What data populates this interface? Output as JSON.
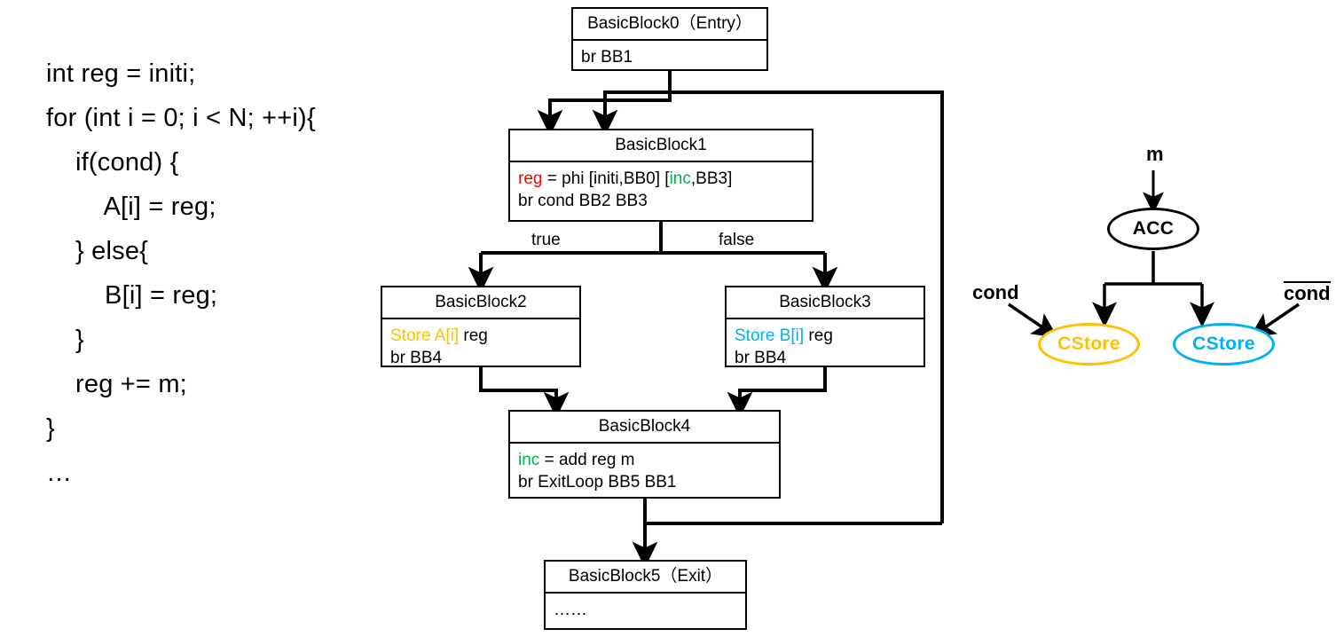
{
  "source_code": {
    "name": "c-source-snippet",
    "lines": [
      "int reg = initi;",
      "for (int i = 0; i < N; ++i){",
      "    if(cond) {",
      "        A[i] = reg;",
      "    } else{",
      "        B[i] = reg;",
      "    }",
      "    reg += m;",
      "}",
      "…"
    ]
  },
  "cfg": {
    "blocks": [
      {
        "id": "bb0",
        "title": "BasicBlock0（Entry）",
        "body": [
          [
            {
              "text": "br BB1",
              "color": "black"
            }
          ]
        ]
      },
      {
        "id": "bb1",
        "title": "BasicBlock1",
        "body": [
          [
            {
              "text": "reg",
              "color": "red"
            },
            {
              "text": " = phi [initi,BB0] [",
              "color": "black"
            },
            {
              "text": "inc",
              "color": "green"
            },
            {
              "text": ",BB3]",
              "color": "black"
            }
          ],
          [
            {
              "text": "br cond BB2 BB3",
              "color": "black"
            }
          ]
        ]
      },
      {
        "id": "bb2",
        "title": "BasicBlock2",
        "body": [
          [
            {
              "text": "Store A[i]",
              "color": "amber"
            },
            {
              "text": " reg",
              "color": "black"
            }
          ],
          [
            {
              "text": "br BB4",
              "color": "black"
            }
          ]
        ]
      },
      {
        "id": "bb3",
        "title": "BasicBlock3",
        "body": [
          [
            {
              "text": "Store B[i]",
              "color": "cyan"
            },
            {
              "text": " reg",
              "color": "black"
            }
          ],
          [
            {
              "text": "br BB4",
              "color": "black"
            }
          ]
        ]
      },
      {
        "id": "bb4",
        "title": "BasicBlock4",
        "body": [
          [
            {
              "text": "inc",
              "color": "green"
            },
            {
              "text": " = add reg m",
              "color": "black"
            }
          ],
          [
            {
              "text": "br ExitLoop BB5 BB1",
              "color": "black"
            }
          ]
        ]
      },
      {
        "id": "bb5",
        "title": "BasicBlock5（Exit）",
        "body": [
          [
            {
              "text": "……",
              "color": "black"
            }
          ]
        ]
      }
    ],
    "edge_labels": {
      "true": "true",
      "false": "false"
    }
  },
  "dataflow": {
    "input_label": "m",
    "acc_label": "ACC",
    "cstore_left_label": "CStore",
    "cstore_right_label": "CStore",
    "cond_label": "cond",
    "cond_not_label": "cond"
  },
  "colors": {
    "red": "#ff0000",
    "green": "#00b050",
    "amber": "#ffc000",
    "cyan": "#00b0f0",
    "black": "#000000",
    "background": "#ffffff"
  }
}
